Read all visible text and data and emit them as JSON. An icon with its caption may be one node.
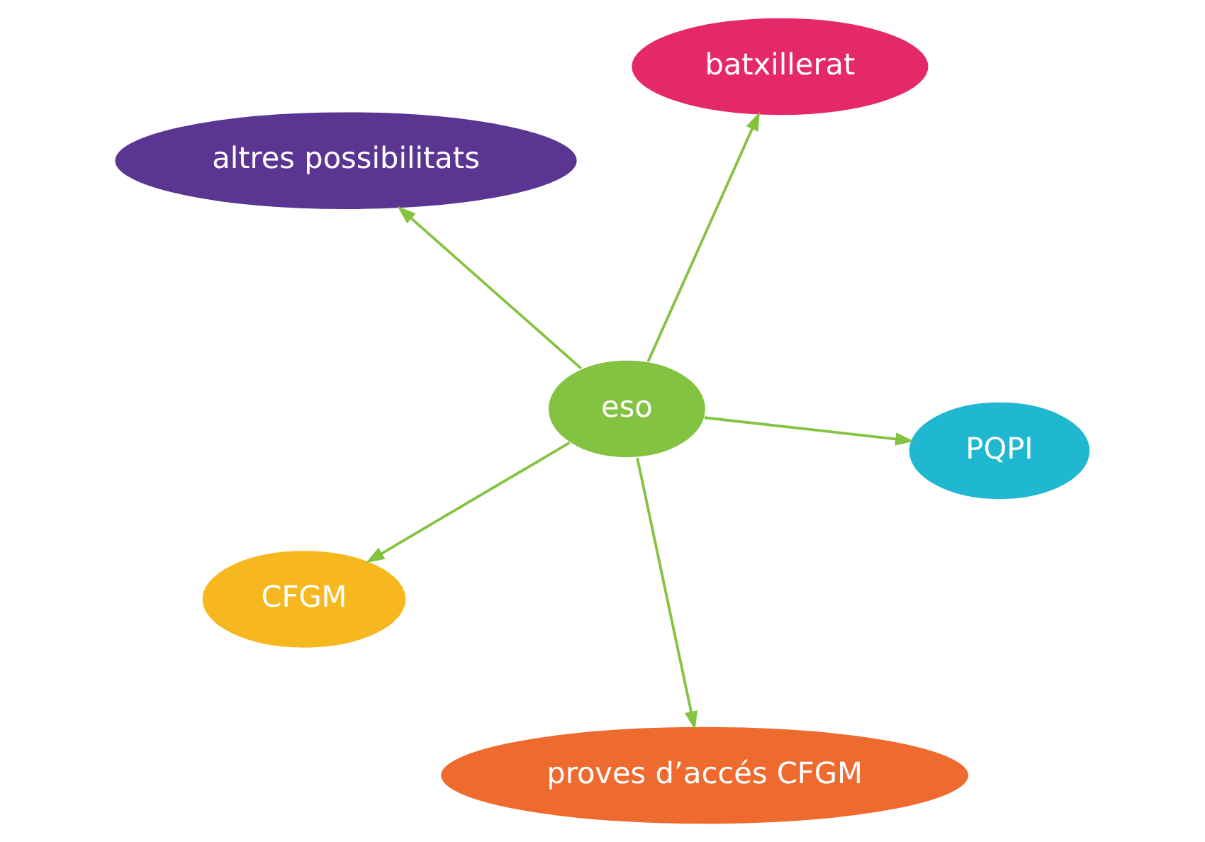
{
  "diagram": {
    "nodes": [
      {
        "text": [
          "altres possibilitats"
        ]
      },
      {
        "text": [
          "PQPI"
        ]
      },
      {
        "text": [
          "proves d’accés CFGM"
        ]
      },
      {
        "text": [
          "eso"
        ]
      },
      {
        "text": [
          "batxillerat"
        ]
      },
      {
        "text": [
          "CFGM"
        ]
      }
    ],
    "edges": [
      {
        "from": 3,
        "to": 0,
        "arrow": "to"
      },
      {
        "from": 3,
        "to": 1,
        "arrow": "to"
      },
      {
        "from": 3,
        "to": 2,
        "arrow": "to"
      },
      {
        "from": 3,
        "to": 4,
        "arrow": "to"
      },
      {
        "from": 3,
        "to": 5,
        "arrow": "to"
      }
    ]
  }
}
